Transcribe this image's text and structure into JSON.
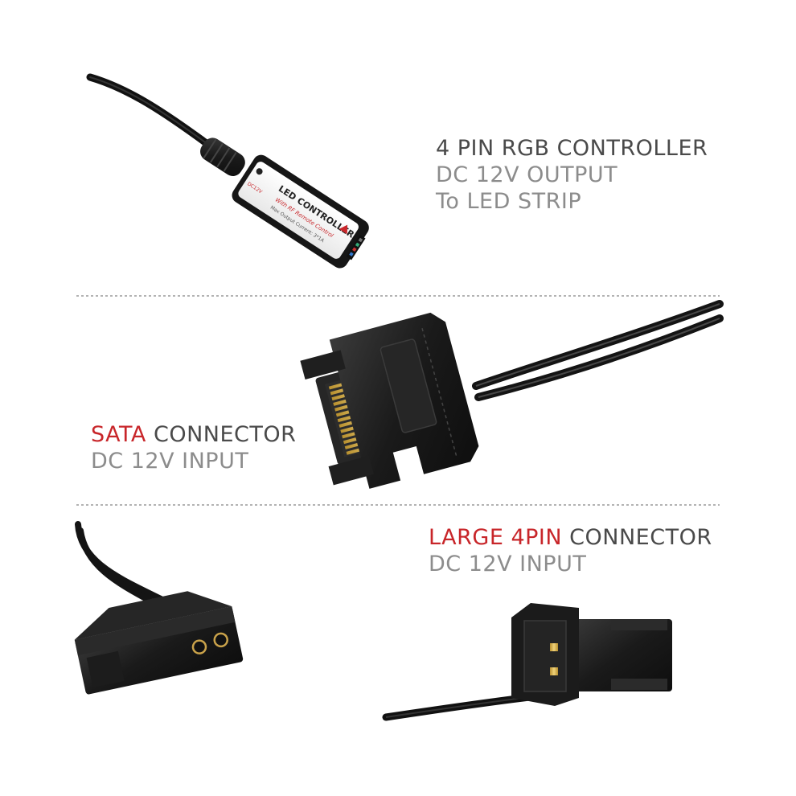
{
  "sections": {
    "controller": {
      "title": "4 PIN RGB CONTROLLER",
      "line2": "DC 12V OUTPUT",
      "line3": "To LED STRIP",
      "device_text": {
        "title": "LED CONTROLLER",
        "subtitle": "With RF Remote Control",
        "spec": "Max Output Current: 3*1A",
        "voltage": "DC12V"
      }
    },
    "sata": {
      "highlight": "SATA",
      "title_rest": " CONNECTOR",
      "line2": "DC 12V INPUT"
    },
    "molex": {
      "highlight": "LARGE 4PIN",
      "title_rest": " CONNECTOR",
      "line2": "DC 12V INPUT"
    }
  },
  "colors": {
    "background": "#ffffff",
    "text_dark": "#4a4a4a",
    "text_gray": "#8c8c8c",
    "accent_red": "#c8262a",
    "plastic_black": "#1b1b1b",
    "contact_gold": "#d8b24a"
  }
}
